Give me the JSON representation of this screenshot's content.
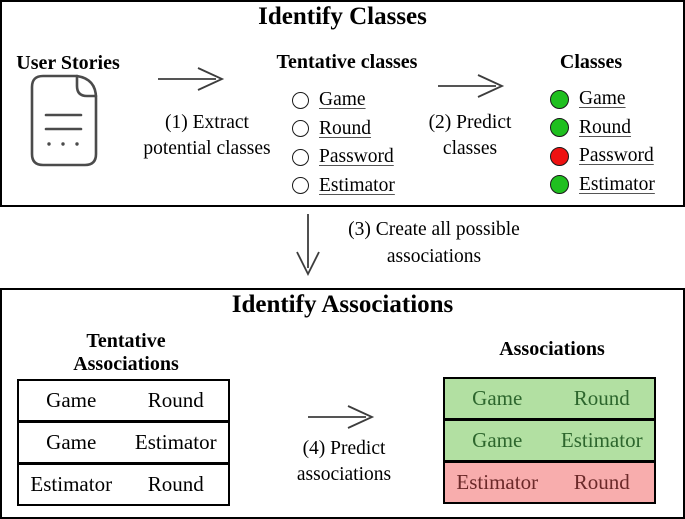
{
  "colors": {
    "accepted_dot": "#1fbf1f",
    "rejected_dot": "#ee1111",
    "accepted_row_bg": "#b2e0a2",
    "rejected_row_bg": "#f8adad",
    "accepted_row_text": "#2d662d",
    "rejected_row_text": "#6b2929",
    "panel_border": "#000000",
    "arrow_stroke": "#3d3d3d"
  },
  "top_panel": {
    "title": "Identify Classes",
    "user_stories_label": "User Stories",
    "document_icon": "document-icon",
    "step1": {
      "line1": "(1) Extract",
      "line2": "potential classes"
    },
    "tentative_classes": {
      "heading": "Tentative classes",
      "items": [
        {
          "label": "Game"
        },
        {
          "label": "Round"
        },
        {
          "label": "Password"
        },
        {
          "label": "Estimator"
        }
      ]
    },
    "step2": {
      "line1": "(2) Predict",
      "line2": "classes"
    },
    "classes": {
      "heading": "Classes",
      "items": [
        {
          "label": "Game",
          "status": "accepted"
        },
        {
          "label": "Round",
          "status": "accepted"
        },
        {
          "label": "Password",
          "status": "rejected"
        },
        {
          "label": "Estimator",
          "status": "accepted"
        }
      ]
    }
  },
  "connector": {
    "step3": {
      "line1": "(3) Create all possible",
      "line2": "associations"
    }
  },
  "bottom_panel": {
    "title": "Identify Associations",
    "tentative_associations": {
      "heading": {
        "line1": "Tentative",
        "line2": "Associations"
      },
      "rows": [
        {
          "left": "Game",
          "right": "Round"
        },
        {
          "left": "Game",
          "right": "Estimator"
        },
        {
          "left": "Estimator",
          "right": "Round"
        }
      ]
    },
    "step4": {
      "line1": "(4) Predict",
      "line2": "associations"
    },
    "associations": {
      "heading": "Associations",
      "rows": [
        {
          "left": "Game",
          "right": "Round",
          "status": "accepted"
        },
        {
          "left": "Game",
          "right": "Estimator",
          "status": "accepted"
        },
        {
          "left": "Estimator",
          "right": "Round",
          "status": "rejected"
        }
      ]
    }
  }
}
